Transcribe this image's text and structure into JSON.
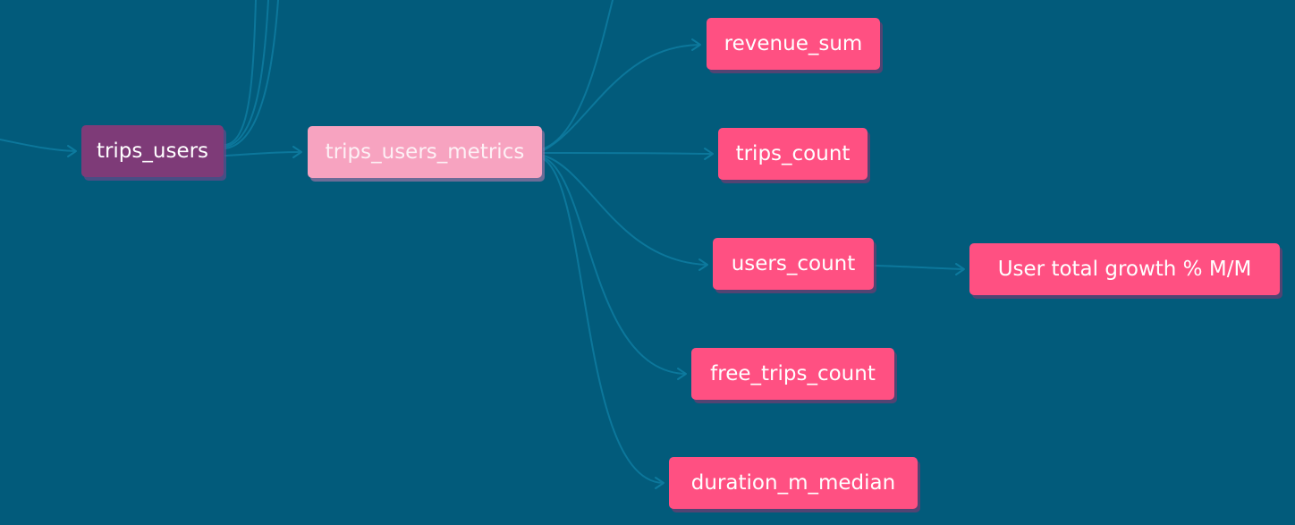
{
  "diagram": {
    "background": "#025b7b",
    "edge_color": "#0d7a9e",
    "nodes": {
      "trips_users": {
        "label": "trips_users",
        "color": "#7e3b78"
      },
      "trips_users_metrics": {
        "label": "trips_users_metrics",
        "color": "#f7a3c0"
      },
      "revenue_sum": {
        "label": "revenue_sum",
        "color": "#ff5082"
      },
      "trips_count": {
        "label": "trips_count",
        "color": "#ff5082"
      },
      "users_count": {
        "label": "users_count",
        "color": "#ff5082"
      },
      "user_growth": {
        "label": "User total growth % M/M",
        "color": "#ff5082"
      },
      "free_trips_count": {
        "label": "free_trips_count",
        "color": "#ff5082"
      },
      "duration_m_median": {
        "label": "duration_m_median",
        "color": "#ff5082"
      }
    },
    "edges": [
      {
        "from": "upstream",
        "to": "trips_users"
      },
      {
        "from": "trips_users",
        "to": "upstream-above"
      },
      {
        "from": "trips_users",
        "to": "trips_users_metrics"
      },
      {
        "from": "trips_users_metrics",
        "to": "upstream-above"
      },
      {
        "from": "trips_users_metrics",
        "to": "revenue_sum"
      },
      {
        "from": "trips_users_metrics",
        "to": "trips_count"
      },
      {
        "from": "trips_users_metrics",
        "to": "users_count"
      },
      {
        "from": "trips_users_metrics",
        "to": "free_trips_count"
      },
      {
        "from": "trips_users_metrics",
        "to": "duration_m_median"
      },
      {
        "from": "users_count",
        "to": "user_growth"
      }
    ]
  }
}
